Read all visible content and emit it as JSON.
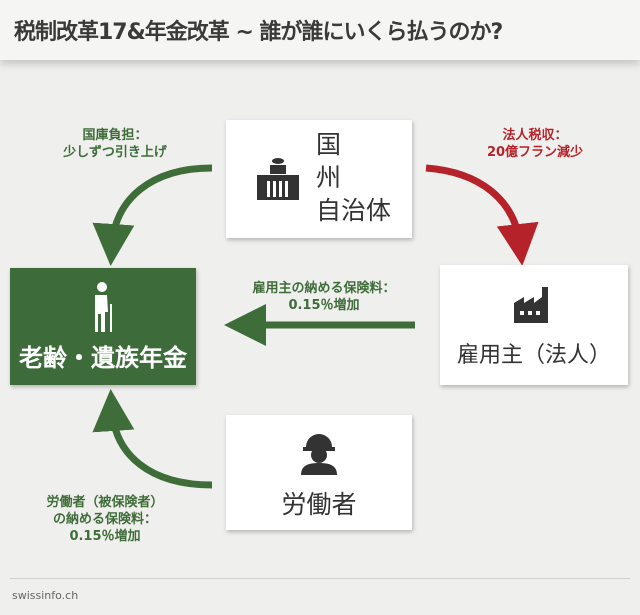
{
  "title": "税制改革17&年金改革 ~ 誰が誰にいくら払うのか?",
  "nodes": {
    "government": {
      "line1": "国",
      "line2": "州",
      "line3": "自治体",
      "icon": "capitol-building-icon"
    },
    "employer": {
      "label": "雇用主（法人）",
      "icon": "factory-icon"
    },
    "worker": {
      "label": "労働者",
      "icon": "worker-hardhat-icon"
    },
    "pension": {
      "label": "老齢・遺族年金",
      "icon": "elderly-person-icon"
    }
  },
  "flows": {
    "gov_to_pension": [
      "国庫負担：",
      "少しずつ引き上げ"
    ],
    "gov_to_employer": [
      "法人税収：",
      "20億フラン減少"
    ],
    "employer_to_pension": [
      "雇用主の納める保険料：",
      "0.15％増加"
    ],
    "worker_to_pension": [
      "労働者（被保険者）",
      "の納める保険料：",
      "0.15％増加"
    ]
  },
  "colors": {
    "green": "#3d6b3a",
    "red": "#b5222a"
  },
  "footer": {
    "source": "swissinfo.ch"
  }
}
